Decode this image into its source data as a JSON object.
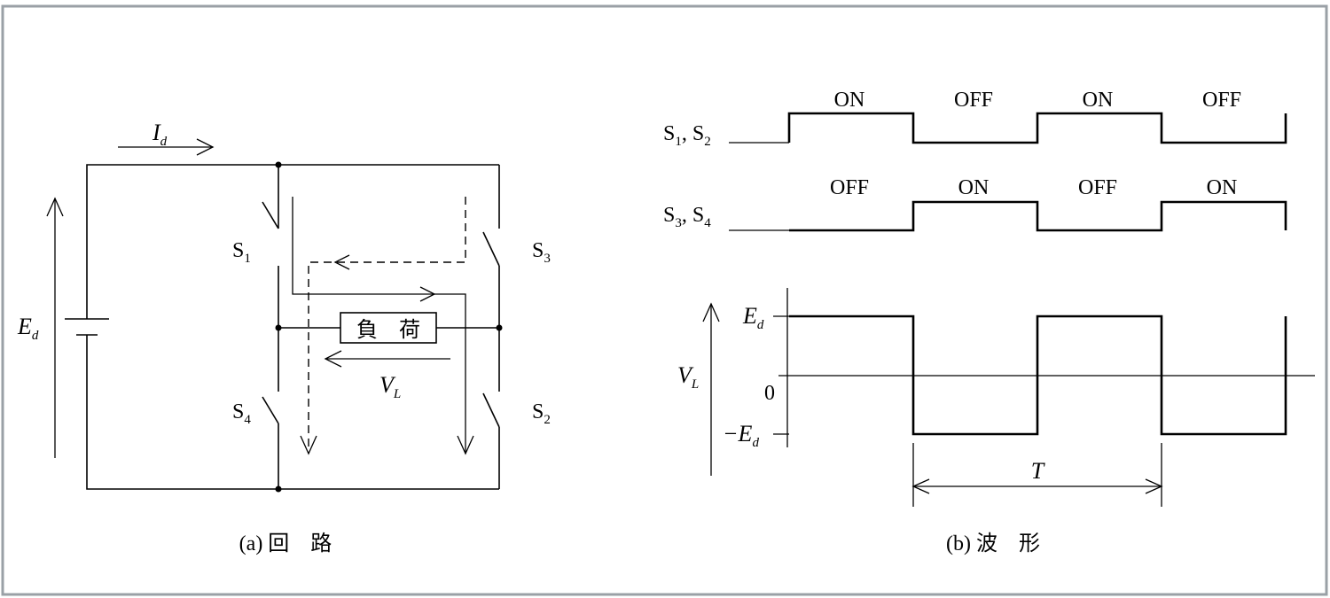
{
  "circuit": {
    "source_label": "E",
    "source_sub": "d",
    "current_label": "I",
    "current_sub": "d",
    "switches": [
      {
        "base": "S",
        "sub": "1"
      },
      {
        "base": "S",
        "sub": "3"
      },
      {
        "base": "S",
        "sub": "4"
      },
      {
        "base": "S",
        "sub": "2"
      }
    ],
    "load_label": "負　荷",
    "voltage_label": "V",
    "voltage_sub": "L",
    "caption": "(a) 回　路"
  },
  "waveform": {
    "row1": {
      "label_base": "S",
      "label_sub1": "1",
      "label_sep": ", S",
      "label_sub2": "2",
      "states": [
        "ON",
        "OFF",
        "ON",
        "OFF"
      ]
    },
    "row2": {
      "label_base": "S",
      "label_sub1": "3",
      "label_sep": ", S",
      "label_sub2": "4",
      "states": [
        "OFF",
        "ON",
        "OFF",
        "ON"
      ]
    },
    "vl_axis": {
      "label": "V",
      "label_sub": "L",
      "pos_label": "E",
      "pos_sub": "d",
      "zero_label": "0",
      "neg_label": "−E",
      "neg_sub": "d"
    },
    "period_label": "T",
    "caption": "(b) 波　形"
  }
}
